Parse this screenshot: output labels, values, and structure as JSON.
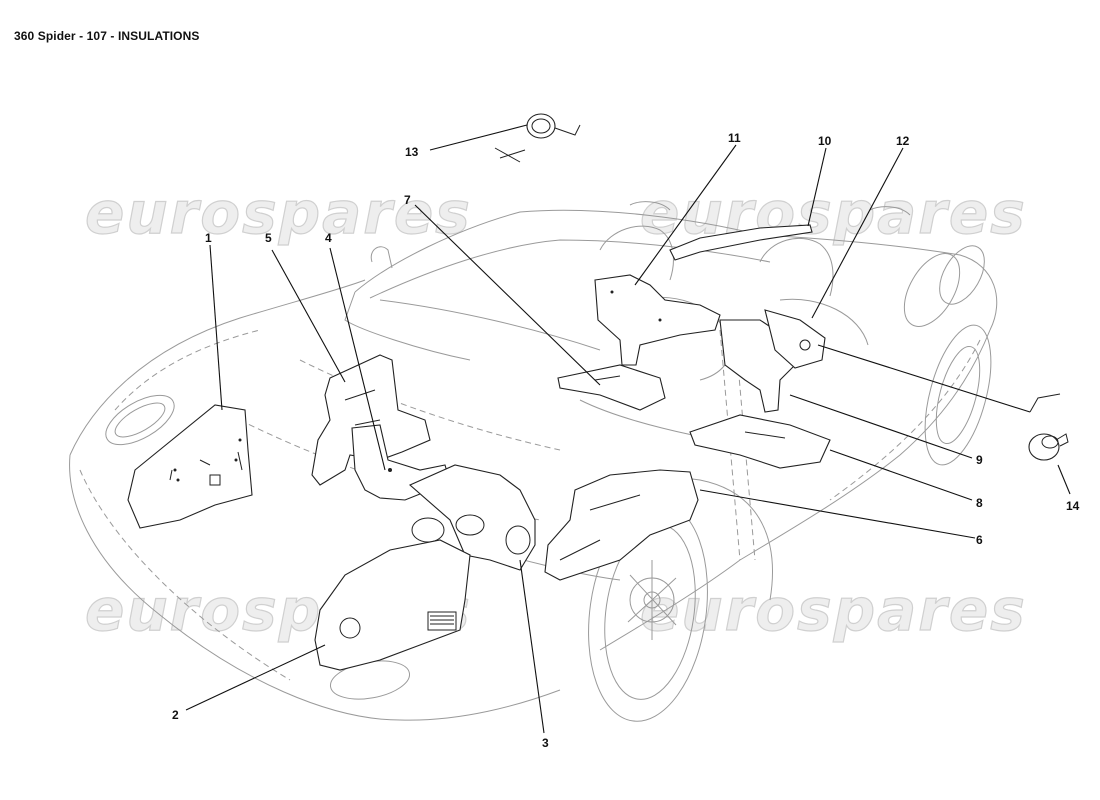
{
  "title": "360 Spider - 107 - INSULATIONS",
  "watermark": "eurospares",
  "callouts": [
    "1",
    "2",
    "3",
    "4",
    "5",
    "6",
    "7",
    "8",
    "9",
    "10",
    "11",
    "12",
    "13",
    "14"
  ],
  "colors": {
    "line": "#222222",
    "car_outline": "#9a9a9a",
    "watermark_fill": "#eeeeee"
  }
}
